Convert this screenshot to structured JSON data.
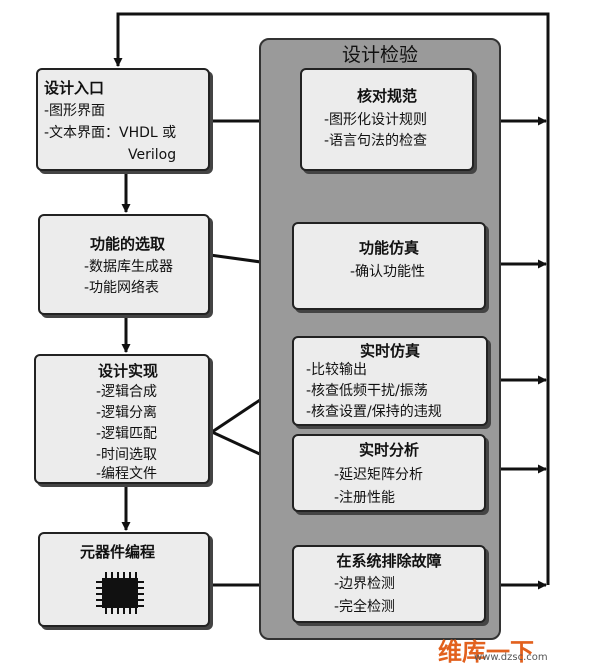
{
  "panel": {
    "title": "设计检验"
  },
  "left": [
    {
      "title": "设计入口",
      "lines": [
        "-图形界面",
        "-文本界面：VHDL 或",
        "Verilog"
      ]
    },
    {
      "title": "功能的选取",
      "lines": [
        "-数据库生成器",
        "-功能网络表"
      ]
    },
    {
      "title": "设计实现",
      "lines": [
        "-逻辑合成",
        "-逻辑分离",
        "-逻辑匹配",
        "-时间选取",
        "-编程文件"
      ]
    },
    {
      "title": "元器件编程",
      "lines": []
    }
  ],
  "right": [
    {
      "title": "核对规范",
      "lines": [
        "-图形化设计规则",
        "-语言句法的检查"
      ]
    },
    {
      "title": "功能仿真",
      "lines": [
        "-确认功能性"
      ]
    },
    {
      "title": "实时仿真",
      "lines": [
        "-比较输出",
        "-核查低频干扰/振荡",
        "-核查设置/保持的违规"
      ]
    },
    {
      "title": "实时分析",
      "lines": [
        "-延迟矩阵分析",
        "-注册性能"
      ]
    },
    {
      "title": "在系统排除故障",
      "lines": [
        "-边界检测",
        "-完全检测"
      ]
    }
  ],
  "watermark": {
    "logo": "维库一下",
    "url": "www.dzsc.com"
  }
}
